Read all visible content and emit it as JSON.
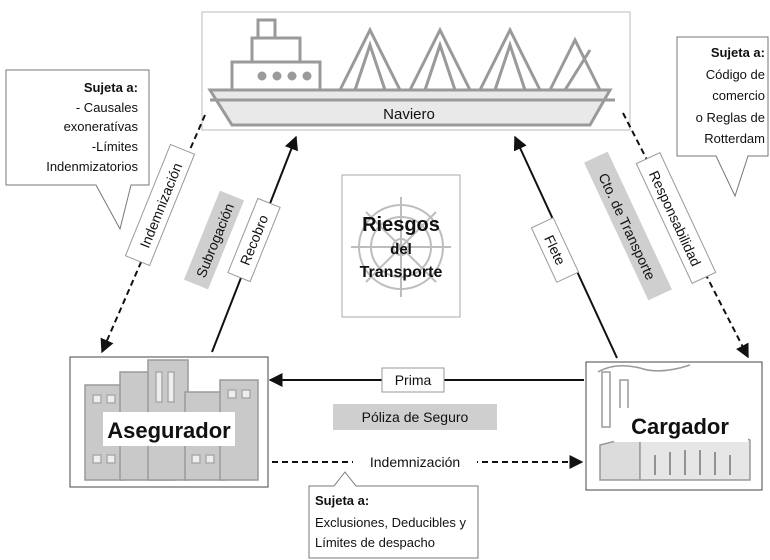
{
  "nodes": {
    "naviero": "Naviero",
    "asegurador": "Asegurador",
    "cargador": "Cargador",
    "center_line1": "Riesgos",
    "center_line2": "del",
    "center_line3": "Transporte"
  },
  "edges": {
    "indemnizacion_left": "Indemnización",
    "subrogacion": "Subrogación",
    "recobro": "Recobro",
    "flete": "Flete",
    "cto_transporte": "Cto. de Transporte",
    "responsabilidad": "Responsabilidad",
    "prima": "Prima",
    "poliza": "Póliza de Seguro",
    "indemnizacion_bottom": "Indemnización"
  },
  "callouts": {
    "left": {
      "title": "Sujeta a:",
      "lines": [
        "- Causales",
        "exoneratívas",
        "-Límites",
        "Indenmizatorios"
      ]
    },
    "right": {
      "title": "Sujeta a:",
      "lines": [
        "Código de",
        "comercio",
        "o Reglas de",
        "Rotterdam"
      ]
    },
    "bottom": {
      "title": "Sujeta a:",
      "lines": [
        "Exclusiones, Deducibles y",
        "Límites de despacho"
      ]
    }
  },
  "colors": {
    "line": "#111111",
    "gray_fill": "#cfcfcf",
    "illustration": "#9a9a9a"
  }
}
